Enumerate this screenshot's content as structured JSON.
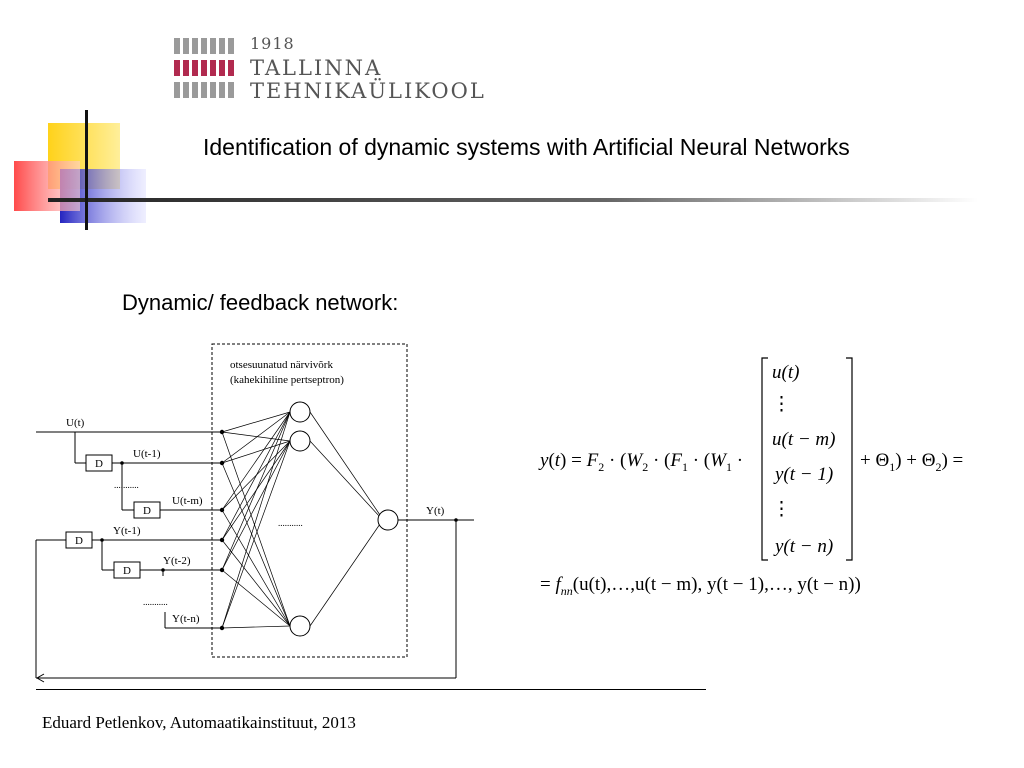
{
  "logo": {
    "year": "1918",
    "line1": "TALLINNA",
    "line2": "TEHNIKAÜLIKOOL",
    "bar_colors": {
      "gray": "#9a9a9a",
      "red": "#b12a4f"
    }
  },
  "slide": {
    "title": "Identification of dynamic systems with Artificial Neural Networks",
    "subtitle": "Dynamic/ feedback network:",
    "footer": "Eduard Petlenkov, Automaatikainstituut, 2013"
  },
  "decoration": {
    "yellow": "#ffd21a",
    "red": "#ff5a5a",
    "blue": "#3333cc"
  },
  "diagram": {
    "box_label_line1": "otsesuunatud närvivõrk",
    "box_label_line2": "(kahekihiline pertseptron)",
    "delay_label": "D",
    "signals": {
      "u_t": "U(t)",
      "u_t1": "U(t-1)",
      "u_tm": "U(t-m)",
      "y_t1": "Y(t-1)",
      "y_t2": "Y(t-2)",
      "y_tn": "Y(t-n)",
      "y_out": "Y(t)"
    },
    "dots": "...........",
    "dots_hidden": "..........."
  },
  "equation": {
    "vector_entries": [
      "u(t)",
      "⋮",
      "u(t − m)",
      "y(t − 1)",
      "⋮",
      "y(t − n)"
    ],
    "line1_lhs": "y(t) = F",
    "line2": "= f",
    "line2_sub": "nn",
    "line2_args": "(u(t),…,u(t − m), y(t − 1),…, y(t − n))"
  }
}
